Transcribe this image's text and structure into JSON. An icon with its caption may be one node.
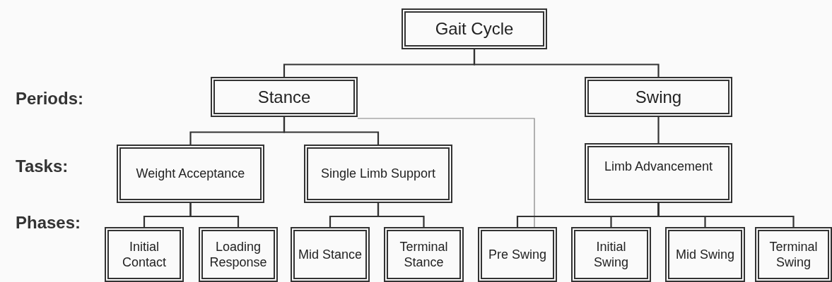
{
  "diagram": {
    "nodes": [
      {
        "text": [
          "Gait Cycle"
        ]
      },
      {
        "text": [
          "Stance"
        ]
      },
      {
        "text": [
          "Swing"
        ]
      },
      {
        "text": [
          "Weight Acceptance"
        ]
      },
      {
        "text": [
          "Single Limb Support"
        ]
      },
      {
        "text": [
          "Limb Advancement"
        ]
      },
      {
        "text": [
          "Initial Contact"
        ]
      },
      {
        "text": [
          "Loading Response"
        ]
      },
      {
        "text": [
          "Mid Stance"
        ]
      },
      {
        "text": [
          "Terminal Stance"
        ]
      },
      {
        "text": [
          "Pre Swing"
        ]
      },
      {
        "text": [
          "Initial Swing"
        ]
      },
      {
        "text": [
          "Mid Swing"
        ]
      },
      {
        "text": [
          "Terminal Swing"
        ]
      }
    ],
    "edges": [
      {
        "from": 0,
        "to": 1,
        "arrow": "none"
      },
      {
        "from": 0,
        "to": 2,
        "arrow": "none"
      },
      {
        "from": 1,
        "to": 3,
        "arrow": "none"
      },
      {
        "from": 1,
        "to": 4,
        "arrow": "none"
      },
      {
        "from": 2,
        "to": 5,
        "arrow": "none"
      },
      {
        "from": 3,
        "to": 6,
        "arrow": "none"
      },
      {
        "from": 3,
        "to": 7,
        "arrow": "none"
      },
      {
        "from": 4,
        "to": 8,
        "arrow": "none"
      },
      {
        "from": 4,
        "to": 9,
        "arrow": "none"
      },
      {
        "from": 1,
        "to": 10,
        "arrow": "none",
        "color": "#808080"
      },
      {
        "from": 5,
        "to": 10,
        "arrow": "none"
      },
      {
        "from": 5,
        "to": 11,
        "arrow": "none"
      },
      {
        "from": 5,
        "to": 12,
        "arrow": "none"
      },
      {
        "from": 5,
        "to": 13,
        "arrow": "none"
      }
    ],
    "labels": [
      "Periods:",
      "Tasks:",
      "Phases:"
    ]
  }
}
